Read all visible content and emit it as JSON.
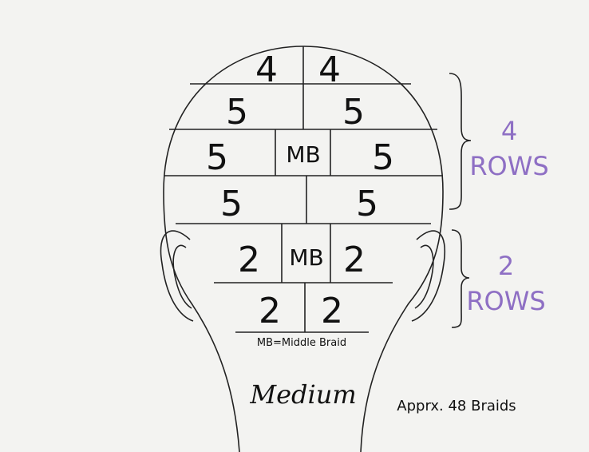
{
  "sections": {
    "row1": [
      "4",
      "4"
    ],
    "row2": [
      "5",
      "5"
    ],
    "row3": [
      "5",
      "MB",
      "5"
    ],
    "row4": [
      "5",
      "5"
    ],
    "row5": [
      "2",
      "MB",
      "2"
    ],
    "row6": [
      "2",
      "2"
    ]
  },
  "labels": {
    "top_count": "4",
    "top_unit": "ROWS",
    "bottom_count": "2",
    "bottom_unit": "ROWS",
    "legend": "MB=Middle Braid",
    "size": "Medium",
    "total": "Apprx. 48 Braids"
  },
  "colors": {
    "accent": "#8e6fc4",
    "ink": "#111111",
    "background": "#f3f3f1"
  }
}
